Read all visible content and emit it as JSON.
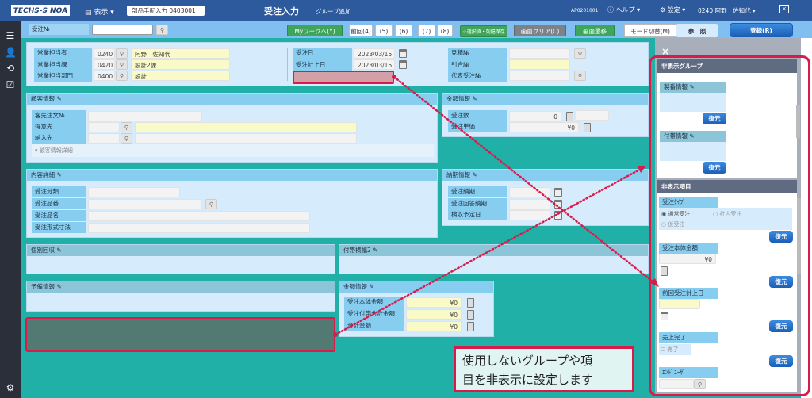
{
  "header": {
    "logo": "TECHS-S NOA",
    "view_menu": "表示",
    "screen_selector": "部品手配入力 0403001",
    "title": "受注入力",
    "group_add": "グループ追加",
    "program_id": "AP0201001",
    "help": "ヘルプ",
    "settings": "設定",
    "user": "0240:阿野　佐知代"
  },
  "toolbar": {
    "order_no_label": "受注№",
    "order_no_value": "",
    "my_work": "Myワークへ(Y)",
    "prev": "前回(4)",
    "first": "(5)",
    "back": "(6)",
    "next": "(7)",
    "last": "(8)",
    "save_selection": "☆選択値・列幅保存",
    "clear": "画面クリア(C)",
    "transition": "画面遷移",
    "mode_switch": "モード切替(M)",
    "mode": "参　照",
    "register": "登録(R)"
  },
  "head_section": {
    "rows": [
      {
        "label": "営業担当者",
        "code": "0240",
        "name": "阿野　佐知代"
      },
      {
        "label": "営業担当課",
        "code": "0420",
        "name": "設計2課"
      },
      {
        "label": "営業担当部門",
        "code": "0400",
        "name": "設計"
      }
    ],
    "dates": [
      {
        "label": "受注日",
        "value": "2023/03/15"
      },
      {
        "label": "受注計上日",
        "value": "2023/03/15"
      }
    ],
    "refs": [
      {
        "label": "見積№",
        "value": ""
      },
      {
        "label": "引合№",
        "value": ""
      },
      {
        "label": "代表受注№",
        "value": ""
      }
    ]
  },
  "customer": {
    "title": "顧客情報",
    "fields": [
      "客先注文№",
      "得意先",
      "納入先"
    ],
    "details_toggle": "顧客情報詳細"
  },
  "amount": {
    "title": "金額情報",
    "fields": [
      {
        "label": "受注数",
        "value": "0"
      },
      {
        "label": "受注単価",
        "value": "¥0"
      }
    ]
  },
  "content": {
    "title": "内容詳細",
    "fields": [
      "受注分類",
      "受注品番",
      "受注品名",
      "受注形式寸法"
    ]
  },
  "delivery": {
    "title": "納期情報",
    "fields": [
      "受注納期",
      "受注回答納期",
      "検収予定日"
    ]
  },
  "individual": {
    "title": "個別回収"
  },
  "extra2": {
    "title": "付帯横幅2"
  },
  "reserve": {
    "title": "予備情報"
  },
  "amount2": {
    "title": "金額情報",
    "fields": [
      {
        "label": "受注本体金額",
        "value": "¥0"
      },
      {
        "label": "受注付帯合計金額",
        "value": "¥0"
      },
      {
        "label": "合計金額",
        "value": "¥0"
      }
    ]
  },
  "callout": {
    "line1": "使用しないグループや項",
    "line2": "目を非表示に設定します"
  },
  "hidden_panel": {
    "close": "×",
    "groups_title": "非表示グループ",
    "groups": [
      "製番情報",
      "付帯情報"
    ],
    "restore": "復元",
    "items_title": "非表示項目",
    "order_type": {
      "label": "受注ﾀｲﾌﾟ",
      "options": [
        "通常受注",
        "社内受注",
        "仮受注"
      ],
      "selected": "通常受注"
    },
    "body_amount": {
      "label": "受注本体金額",
      "value": "¥0"
    },
    "prev_date": {
      "label": "前回受注計上日",
      "value": ""
    },
    "sales_done": {
      "label": "売上完了",
      "checkbox": "完了"
    },
    "end_user": {
      "label": "ｴﾝﾄﾞﾕｰｻﾞ",
      "value": ""
    }
  },
  "colors": {
    "accent": "#d81b4a",
    "teal": "#20b0a8",
    "header": "#2d5a9c"
  }
}
